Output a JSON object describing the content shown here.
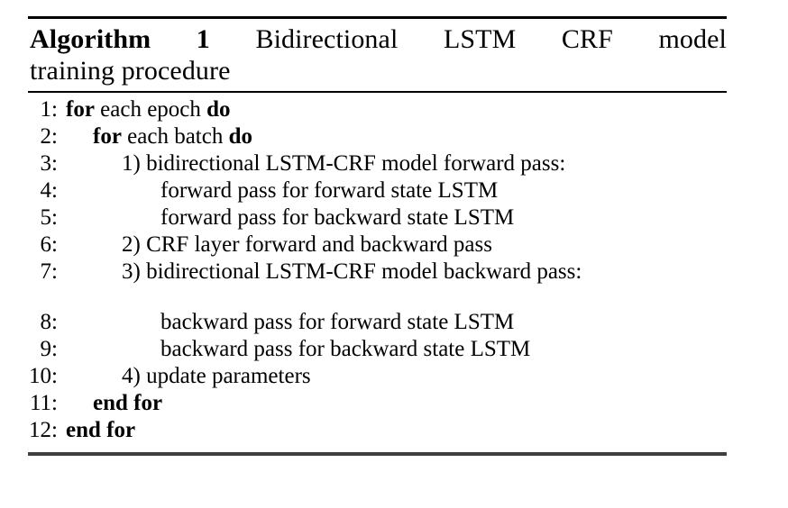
{
  "algorithm": {
    "label": "Algorithm 1",
    "title": "Bidirectional LSTM CRF model training procedure",
    "caption_line_1": "Algorithm 1 Bidirectional LSTM CRF model",
    "caption_line_2": "training procedure",
    "caption_title_part_1": " Bidirectional LSTM CRF model",
    "caption_title_part_2": "training procedure",
    "colors": {
      "text": "#000000",
      "rule_top": "#000000",
      "rule_mid": "#000000",
      "rule_bottom": "#3f3f3f",
      "background": "#ffffff"
    },
    "lines": [
      {
        "number": "1:",
        "indent": 0,
        "blank": false,
        "segments": [
          {
            "text": "for",
            "bold": true
          },
          {
            "text": " each epoch ",
            "bold": false
          },
          {
            "text": "do",
            "bold": true
          }
        ],
        "plain": "for each epoch do"
      },
      {
        "number": "2:",
        "indent": 1,
        "blank": false,
        "segments": [
          {
            "text": "for",
            "bold": true
          },
          {
            "text": " each batch ",
            "bold": false
          },
          {
            "text": "do",
            "bold": true
          }
        ],
        "plain": "for each batch do"
      },
      {
        "number": "3:",
        "indent": 2,
        "blank": false,
        "segments": [
          {
            "text": "1) bidirectional LSTM-CRF model forward pass:",
            "bold": false
          }
        ],
        "plain": "1) bidirectional LSTM-CRF model forward pass:"
      },
      {
        "number": "4:",
        "indent": 3,
        "blank": false,
        "segments": [
          {
            "text": "forward pass for forward state LSTM",
            "bold": false
          }
        ],
        "plain": "forward pass for forward state LSTM"
      },
      {
        "number": "5:",
        "indent": 3,
        "blank": false,
        "segments": [
          {
            "text": "forward pass for backward state LSTM",
            "bold": false
          }
        ],
        "plain": "forward pass for backward state LSTM"
      },
      {
        "number": "6:",
        "indent": 2,
        "blank": false,
        "segments": [
          {
            "text": "2) CRF layer forward and backward pass",
            "bold": false
          }
        ],
        "plain": "2) CRF layer forward and backward pass"
      },
      {
        "number": "7:",
        "indent": 2,
        "blank": false,
        "segments": [
          {
            "text": "3) bidirectional LSTM-CRF model backward pass:",
            "bold": false
          }
        ],
        "plain": "3) bidirectional LSTM-CRF model backward pass:"
      },
      {
        "number": "",
        "indent": 0,
        "blank": true,
        "segments": [],
        "plain": ""
      },
      {
        "number": "8:",
        "indent": 3,
        "blank": false,
        "segments": [
          {
            "text": "backward pass for forward state LSTM",
            "bold": false
          }
        ],
        "plain": "backward pass for forward state LSTM"
      },
      {
        "number": "9:",
        "indent": 3,
        "blank": false,
        "segments": [
          {
            "text": "backward pass for backward state LSTM",
            "bold": false
          }
        ],
        "plain": "backward pass for backward state LSTM"
      },
      {
        "number": "10:",
        "indent": 2,
        "blank": false,
        "segments": [
          {
            "text": "4) update parameters",
            "bold": false
          }
        ],
        "plain": "4) update parameters"
      },
      {
        "number": "11:",
        "indent": 1,
        "blank": false,
        "segments": [
          {
            "text": "end for",
            "bold": true
          }
        ],
        "plain": "end for"
      },
      {
        "number": "12:",
        "indent": 0,
        "blank": false,
        "segments": [
          {
            "text": "end for",
            "bold": true
          }
        ],
        "plain": "end for"
      }
    ]
  }
}
